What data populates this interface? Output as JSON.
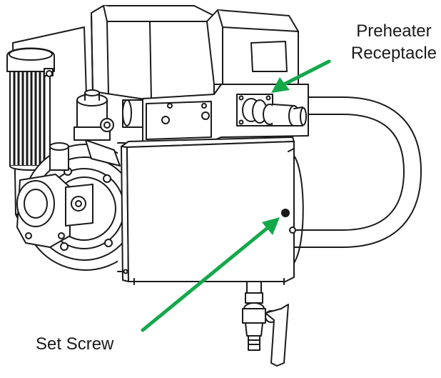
{
  "callouts": {
    "preheater_line1": "Preheater",
    "preheater_line2": "Receptacle",
    "set_screw": "Set Screw"
  },
  "colors": {
    "arrow": "#13A84A",
    "line": "#1a1a1a",
    "background": "#ffffff"
  }
}
